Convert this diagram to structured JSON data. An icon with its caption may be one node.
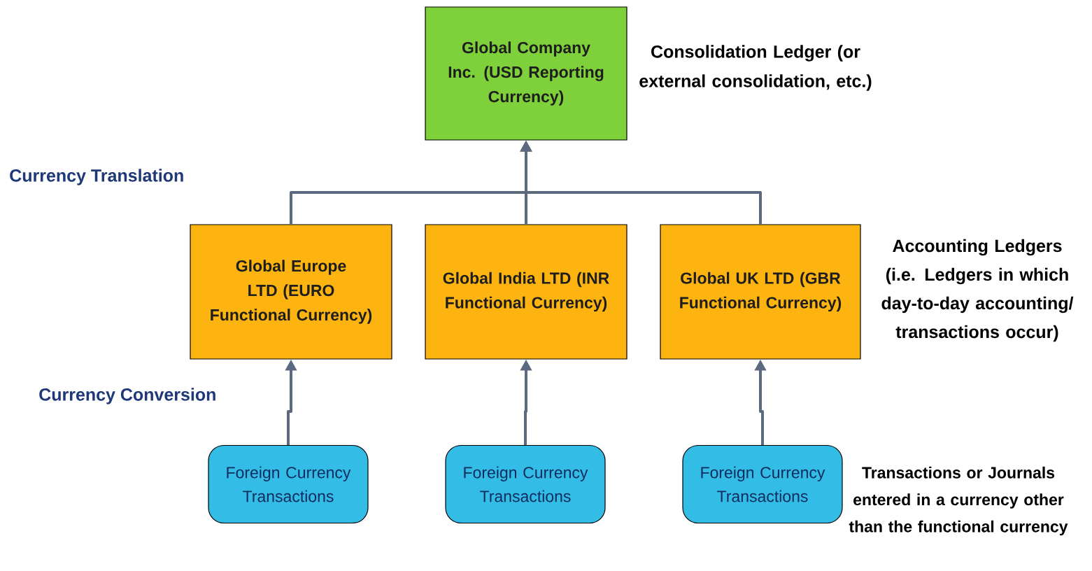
{
  "diagram": {
    "nodes": [
      {
        "text": [
          "Global Company Inc. (USD Reporting Currency)"
        ],
        "beside": [
          "Consolidation Ledger (or external consolidation, etc.)"
        ]
      },
      {
        "text": [
          "Global Europe LTD (EURO Functional Currency)"
        ]
      },
      {
        "text": [
          "Global India LTD (INR Functional Currency)"
        ]
      },
      {
        "text": [
          "Global UK LTD (GBR Functional Currency)"
        ],
        "beside": [
          "Accounting Ledgers (i.e. Ledgers in which day-to-day accounting/ transactions occur)"
        ]
      },
      {
        "text": [
          "Foreign Currency Transactions"
        ]
      },
      {
        "text": [
          "Foreign Currency Transactions"
        ]
      },
      {
        "text": [
          "Foreign Currency Transactions"
        ],
        "beside": [
          "Transactions or Journals entered in a currency other than the functional currency"
        ]
      }
    ],
    "edges": [
      {
        "from": 1,
        "to": 0,
        "arrow": "to"
      },
      {
        "from": 2,
        "to": 0,
        "arrow": "to"
      },
      {
        "from": 3,
        "to": 0,
        "arrow": "to"
      },
      {
        "from": 4,
        "to": 1,
        "arrow": "to"
      },
      {
        "from": 5,
        "to": 2,
        "arrow": "to"
      },
      {
        "from": 6,
        "to": 3,
        "arrow": "to"
      }
    ],
    "labels": [
      "Currency Translation",
      "Currency Conversion"
    ]
  }
}
